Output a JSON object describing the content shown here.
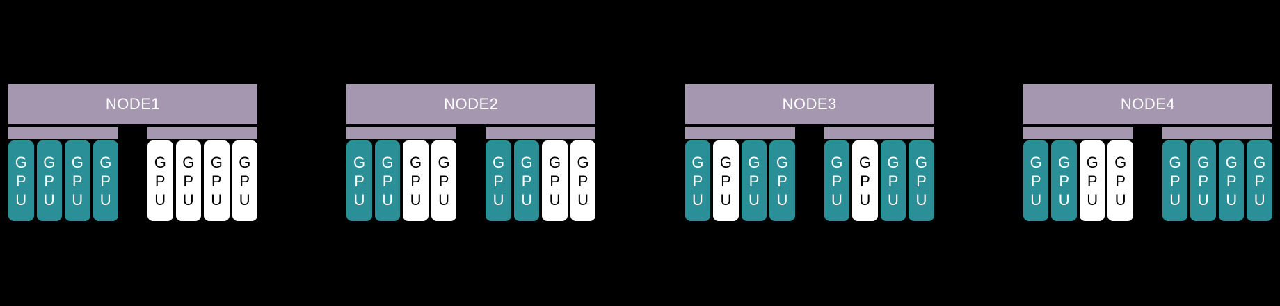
{
  "colors": {
    "background": "#000000",
    "node_bar": "#a697b1",
    "gpu_teal": "#2a8f96",
    "gpu_white": "#ffffff",
    "gpu_teal_text": "#ffffff",
    "gpu_white_text": "#000000"
  },
  "diagram": {
    "gpu_label": "GPU",
    "nodes": [
      {
        "label": "NODE1",
        "groups": [
          {
            "gpus": [
              "teal",
              "teal",
              "teal",
              "teal"
            ]
          },
          {
            "gpus": [
              "white",
              "white",
              "white",
              "white"
            ]
          }
        ]
      },
      {
        "label": "NODE2",
        "groups": [
          {
            "gpus": [
              "teal",
              "teal",
              "white",
              "white"
            ]
          },
          {
            "gpus": [
              "teal",
              "teal",
              "white",
              "white"
            ]
          }
        ]
      },
      {
        "label": "NODE3",
        "groups": [
          {
            "gpus": [
              "teal",
              "white",
              "teal",
              "teal"
            ]
          },
          {
            "gpus": [
              "teal",
              "white",
              "teal",
              "teal"
            ]
          }
        ]
      },
      {
        "label": "NODE4",
        "groups": [
          {
            "gpus": [
              "teal",
              "teal",
              "white",
              "white"
            ]
          },
          {
            "gpus": [
              "teal",
              "teal",
              "teal",
              "teal"
            ]
          }
        ]
      }
    ]
  }
}
